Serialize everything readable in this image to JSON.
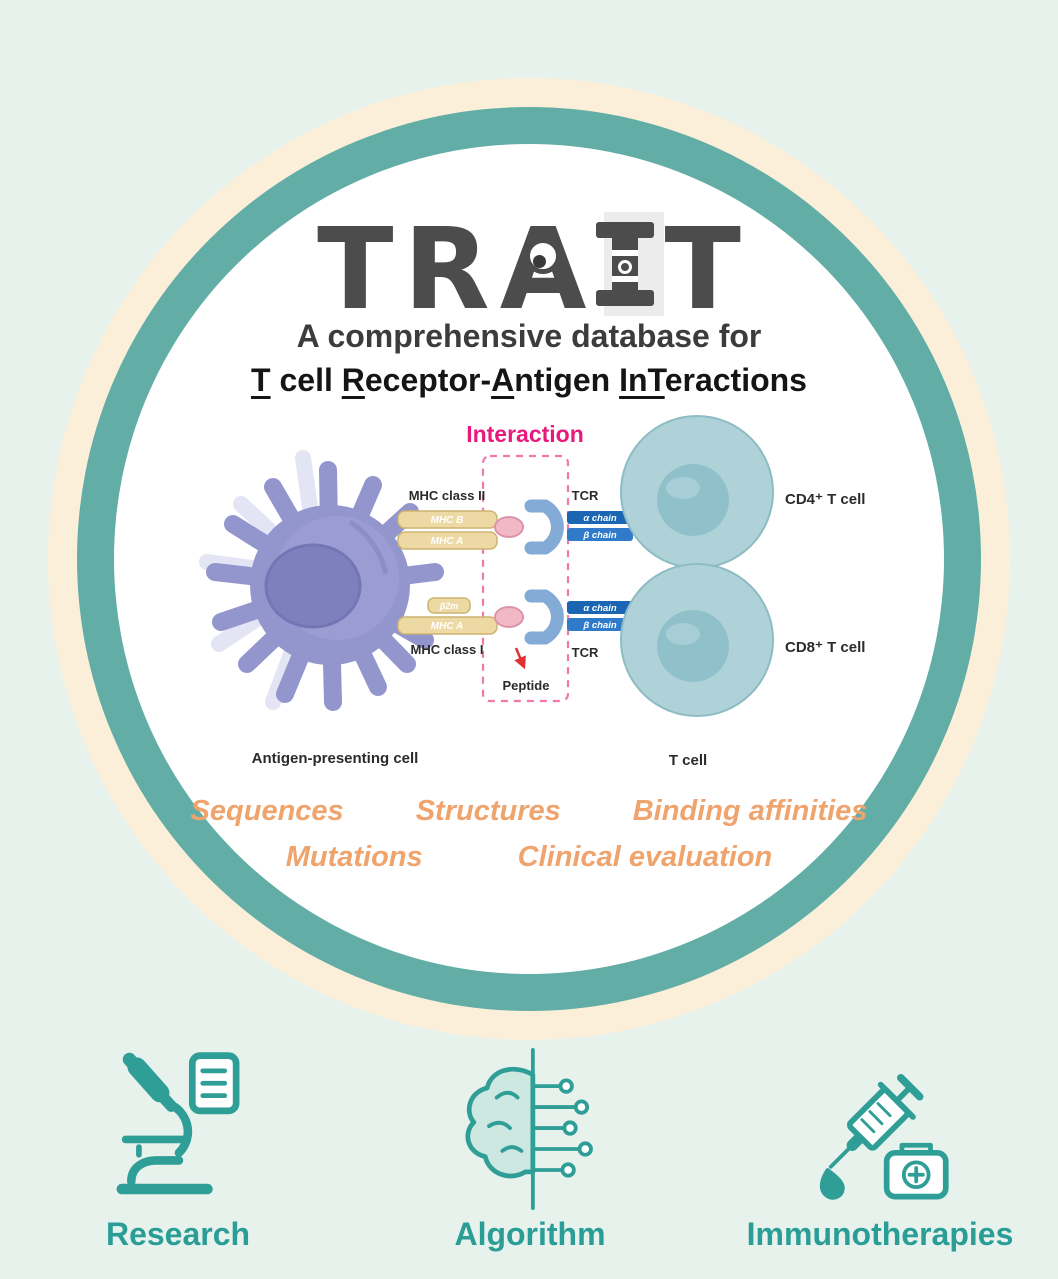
{
  "logo": {
    "word": "TRAIT",
    "letters": [
      "T",
      "R",
      "A",
      "I",
      "T"
    ]
  },
  "heading": {
    "line1": "A comprehensive database for",
    "line2_plain": "T cell Receptor-Antigen InTeractions",
    "line2_parts": [
      {
        "text": "T",
        "underline": true
      },
      {
        "text": " cell ",
        "underline": false
      },
      {
        "text": "R",
        "underline": true
      },
      {
        "text": "eceptor-",
        "underline": false
      },
      {
        "text": "A",
        "underline": true
      },
      {
        "text": "ntigen ",
        "underline": false
      },
      {
        "text": "InT",
        "underline": true
      },
      {
        "text": "eractions",
        "underline": false
      }
    ]
  },
  "diagram": {
    "interaction": "Interaction",
    "top_complex": {
      "mhc_class": "MHC class II",
      "bar1": "MHC B",
      "bar2": "MHC A",
      "tcr": "TCR",
      "alpha": "α chain",
      "beta": "β chain",
      "t_cell": "CD4⁺ T cell"
    },
    "bottom_complex": {
      "mhc_class": "MHC class I",
      "bar1": "β2m",
      "bar2": "MHC A",
      "tcr": "TCR",
      "alpha": "α chain",
      "beta": "β chain",
      "t_cell": "CD8⁺ T cell"
    },
    "peptide": "Peptide",
    "apc": "Antigen-presenting cell",
    "t_cell": "T cell"
  },
  "keywords": {
    "row1": [
      "Sequences",
      "Structures",
      "Binding affinities"
    ],
    "row2": [
      "Mutations",
      "Clinical evaluation"
    ]
  },
  "footer": {
    "items": [
      {
        "icon": "microscope-icon",
        "label": "Research"
      },
      {
        "icon": "brain-circuit-icon",
        "label": "Algorithm"
      },
      {
        "icon": "syringe-medkit-icon",
        "label": "Immunotherapies"
      }
    ]
  },
  "colors": {
    "background": "#e7f2ed",
    "ring_cream": "#fcefda",
    "ring_teal": "#62aea6",
    "accent_orange": "#efa36d",
    "accent_magenta": "#e8187c",
    "footer_teal": "#2a9d96",
    "apc_purple": "#9396cd",
    "t_cell_teal": "#aed2d8",
    "mhc_tan": "#ecd9a4",
    "chain_blue": "#1a66b3"
  }
}
